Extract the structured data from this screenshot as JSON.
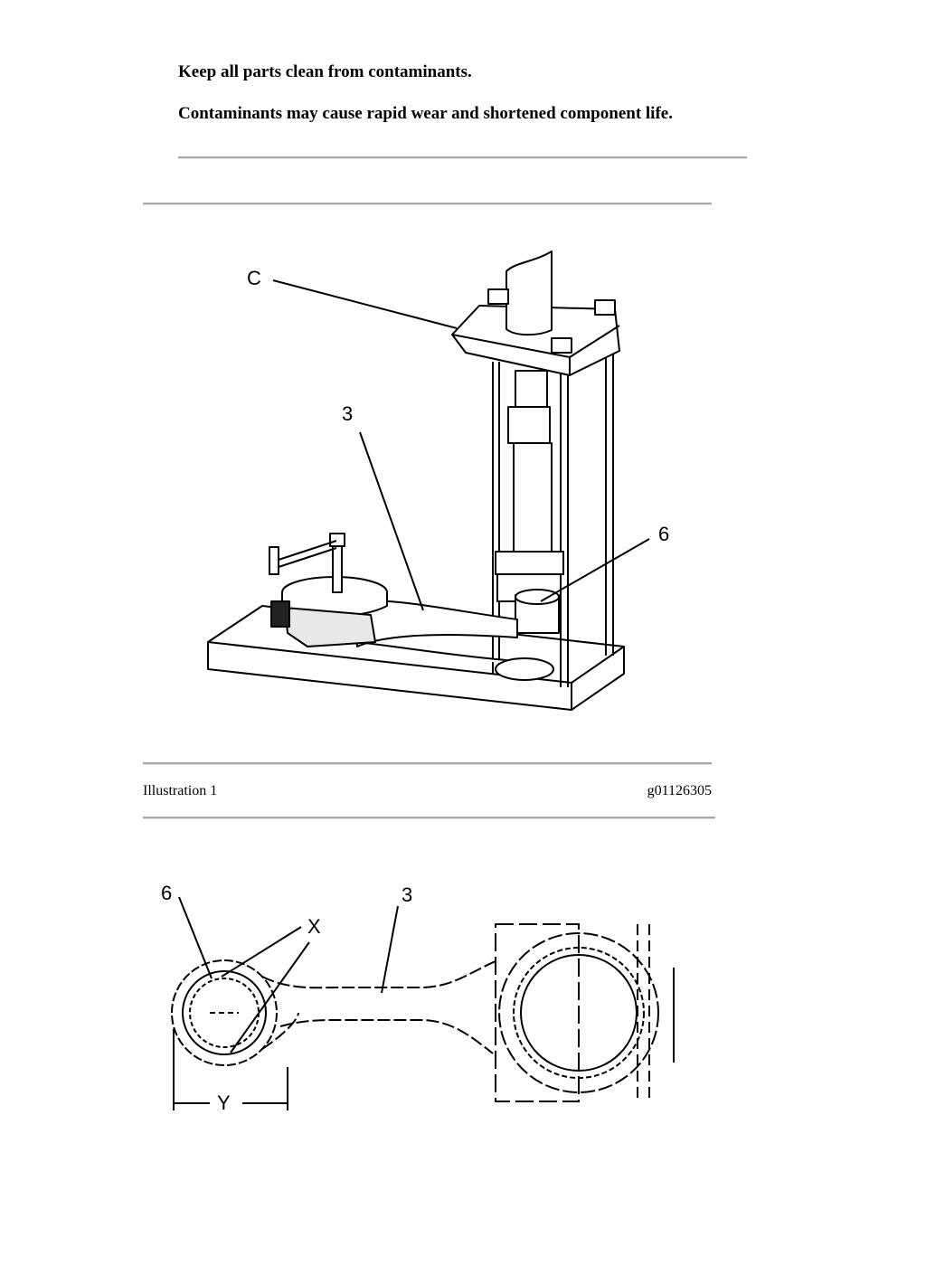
{
  "notices": [
    "Keep all parts clean from contaminants.",
    "Contaminants may cause rapid wear and shortened component life."
  ],
  "illustration_1": {
    "caption_label": "Illustration 1",
    "caption_id": "g01126305",
    "callouts": {
      "c": "C",
      "three": "3",
      "six": "6"
    }
  },
  "illustration_2": {
    "callouts": {
      "six": "6",
      "three": "3",
      "x": "X",
      "y": "Y"
    }
  }
}
